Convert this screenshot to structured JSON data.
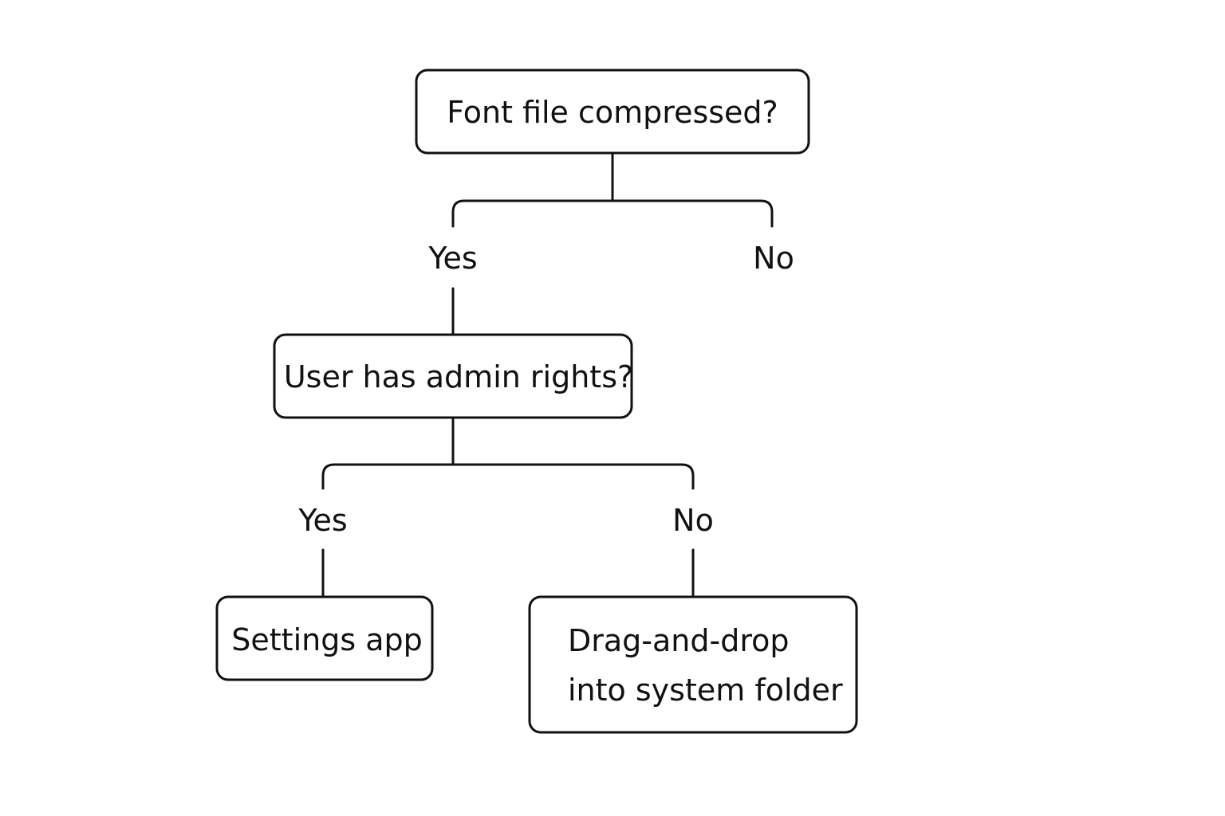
{
  "diagram": {
    "root": {
      "question": "Font file compressed?",
      "yes_label": "Yes",
      "no_label": "No"
    },
    "admin_check": {
      "question": "User has admin rights?",
      "yes_label": "Yes",
      "no_label": "No"
    },
    "settings_app": {
      "label": "Settings app"
    },
    "drag_drop": {
      "line1": "Drag-and-drop",
      "line2": "into system folder"
    }
  },
  "colors": {
    "stroke": "#111111",
    "background": "#ffffff"
  }
}
